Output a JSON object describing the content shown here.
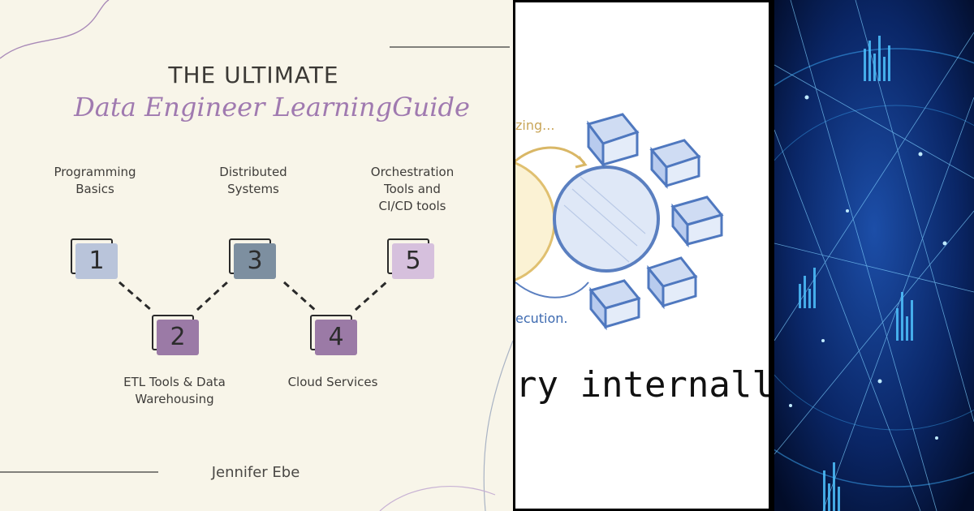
{
  "left": {
    "title_line1": "THE ULTIMATE",
    "title_line2": "Data Engineer LearningGuide",
    "steps": [
      {
        "number": "1",
        "label": "Programming\nBasics",
        "color": "#b9c4da"
      },
      {
        "number": "2",
        "label": "ETL Tools & Data\nWarehousing",
        "color": "#9b7aa6"
      },
      {
        "number": "3",
        "label": "Distributed\nSystems",
        "color": "#7d8fa0"
      },
      {
        "number": "4",
        "label": "Cloud Services",
        "color": "#9b7aa6"
      },
      {
        "number": "5",
        "label": "Orchestration\nTools and\nCI/CD tools",
        "color": "#d6c0dd"
      }
    ],
    "author": "Jennifer Ebe"
  },
  "middle": {
    "top_text": "zing...",
    "bottom_small_text": "ecution.",
    "big_text": "ry internally"
  }
}
